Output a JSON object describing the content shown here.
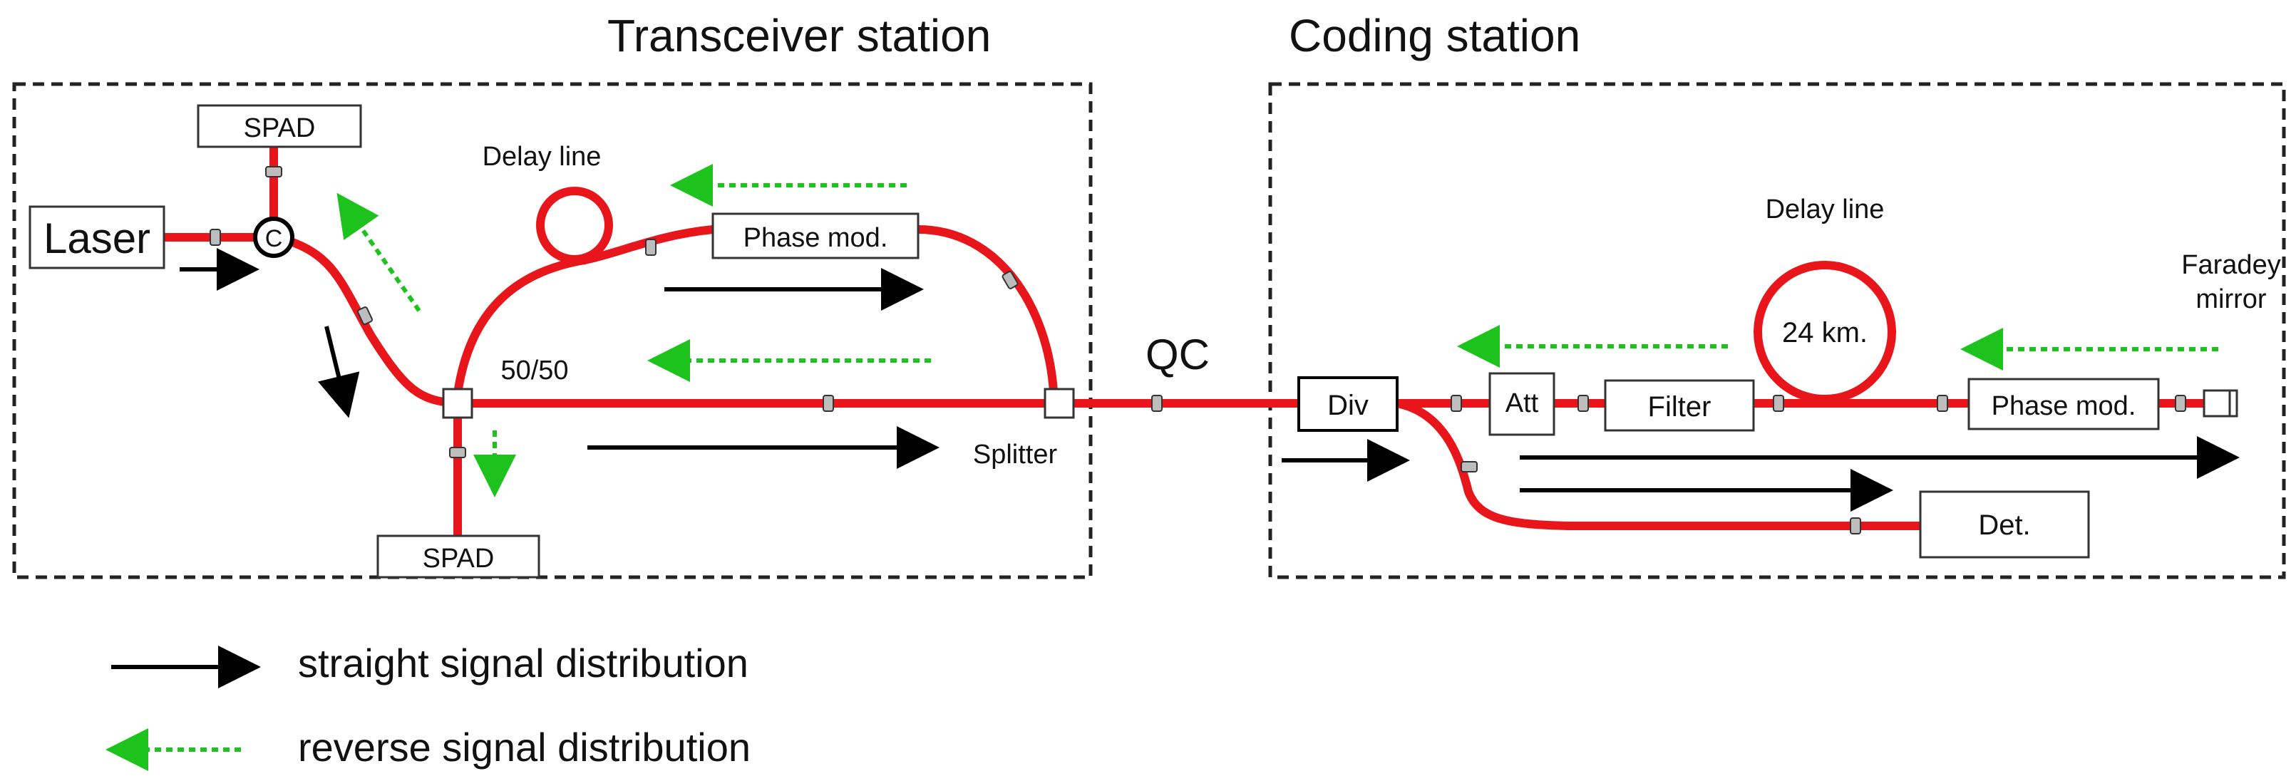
{
  "stations": {
    "transceiver": {
      "title": "Transceiver station"
    },
    "coding": {
      "title": "Coding station"
    }
  },
  "components": {
    "laser": "Laser",
    "circulator": "C",
    "spad_top": "SPAD",
    "spad_bottom": "SPAD",
    "delay_line_1": "Delay line",
    "phase_mod_1": "Phase mod.",
    "coupler": "50/50",
    "splitter": "Splitter",
    "qc": "QC",
    "div": "Div",
    "att": "Att",
    "filter": "Filter",
    "delay_line_2": "Delay line",
    "delay_length": "24 km.",
    "faraday_1": "Faradey",
    "faraday_2": "mirror",
    "phase_mod_2": "Phase mod.",
    "det": "Det."
  },
  "legend": {
    "straight": "straight signal distribution",
    "reverse": "reverse signal distribution"
  },
  "colors": {
    "fiber": "#e8161b",
    "straight_arrow": "#000000",
    "reverse_arrow": "#1dc21d",
    "connector": "#bdbdbd"
  }
}
